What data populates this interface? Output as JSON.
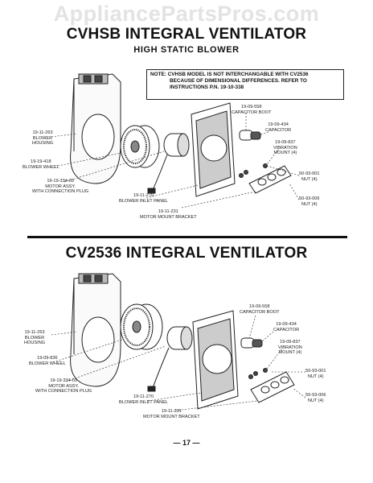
{
  "watermark": "AppliancePartsPros.com",
  "page_number": "— 17 —",
  "section1": {
    "title": "CVHSB INTEGRAL VENTILATOR",
    "subtitle": "HIGH STATIC BLOWER",
    "note": [
      "NOTE: CVHSB MODEL IS NOT INTERCHANGABLE WITH CV2536",
      "BECAUSE OF DIMENSIONAL DIFFERENCES. REFER TO",
      "INSTRUCTIONS P.N. 19-10-338"
    ],
    "parts": {
      "capacitor_boot": [
        "19-09-558",
        "CAPACITOR BOOT"
      ],
      "capacitor": [
        "19-09-434",
        "CAPACITOR"
      ],
      "vibration_mount": [
        "19-09-837",
        "VIBRATION",
        "MOUNT (4)"
      ],
      "blower_housing": [
        "19-11-263",
        "BLOWER",
        "HOUSING"
      ],
      "blower_wheel": [
        "19-19-418",
        "BLOWER WHEEL"
      ],
      "motor_assy": [
        "19-19-334-03",
        "MOTOR ASSY.",
        "WITH CONNECTION PLUG"
      ],
      "blower_inlet_panel": [
        "19-11-270",
        "BLOWER INLET PANEL"
      ],
      "nut_50_93_001": [
        "50-93-001",
        "NUT (4)"
      ],
      "nut_50_93_006": [
        "50-93-006",
        "NUT (4)"
      ],
      "motor_mount_bracket": [
        "19-11-231",
        "MOTOR MOUNT BRACKET"
      ]
    }
  },
  "section2": {
    "title": "CV2536 INTEGRAL VENTILATOR",
    "parts": {
      "capacitor_boot": [
        "19-09-558",
        "CAPACITOR BOOT"
      ],
      "capacitor": [
        "19-09-434",
        "CAPACITOR"
      ],
      "vibration_mount": [
        "19-09-837",
        "VIBRATION",
        "MOUNT (4)"
      ],
      "blower_housing": [
        "19-11-263",
        "BLOWER",
        "HOUSING"
      ],
      "blower_wheel": [
        "19-09-836",
        "BLOWER WHEEL"
      ],
      "motor_assy": [
        "19-19-334-03",
        "MOTOR ASSY.",
        "WITH CONNECTION PLUG"
      ],
      "blower_inlet_panel": [
        "19-11-270",
        "BLOWER INLET PANEL"
      ],
      "nut_50_93_001": [
        "50-93-001",
        "NUT (4)"
      ],
      "nut_50_93_006": [
        "50-93-006",
        "NUT (4)"
      ],
      "motor_mount_bracket": [
        "19-11-231",
        "MOTOR MOUNT BRACKET"
      ]
    }
  }
}
